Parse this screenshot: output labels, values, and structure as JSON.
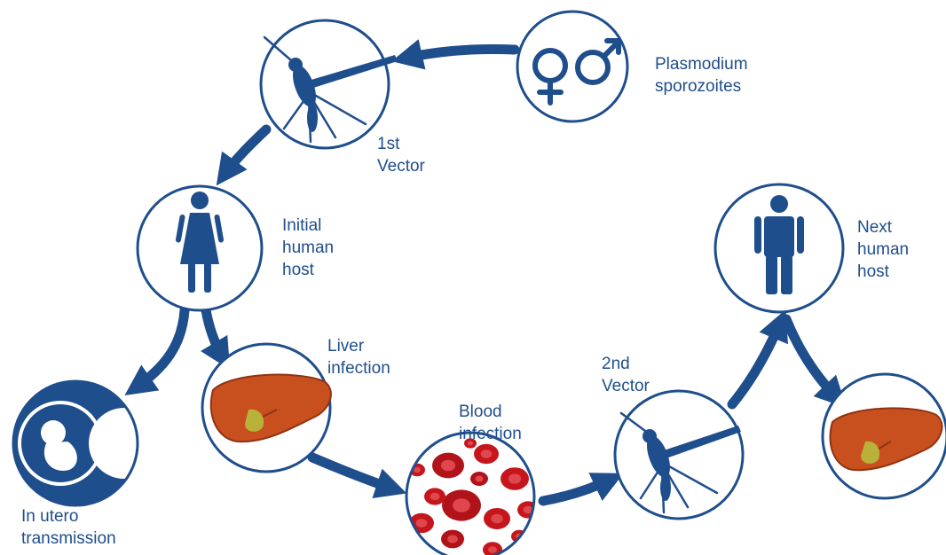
{
  "colors": {
    "primary": "#1f4e8c",
    "liver": "#c8501e",
    "liver_dark": "#8f3312",
    "gallbladder": "#b9b23a",
    "blood": "#c4161c",
    "background": "#ffffff"
  },
  "nodes": {
    "sporozoites": {
      "label": "Plasmodium\nsporozoites",
      "icon": "venus-mars-icon"
    },
    "vector1": {
      "label": "1st\nVector",
      "icon": "mosquito-icon"
    },
    "initial_host": {
      "label": "Initial\nhuman\nhost",
      "icon": "woman-icon"
    },
    "in_utero": {
      "label": "In utero\ntransmission",
      "icon": "fetus-icon"
    },
    "liver": {
      "label": "Liver\ninfection",
      "icon": "liver-icon"
    },
    "blood": {
      "label": "Blood\ninfection",
      "icon": "red-blood-cells-icon"
    },
    "vector2": {
      "label": "2nd\nVector",
      "icon": "mosquito-icon"
    },
    "next_host": {
      "label": "Next\nhuman\nhost",
      "icon": "man-icon"
    },
    "next_liver": {
      "label": "",
      "icon": "liver-icon"
    }
  }
}
